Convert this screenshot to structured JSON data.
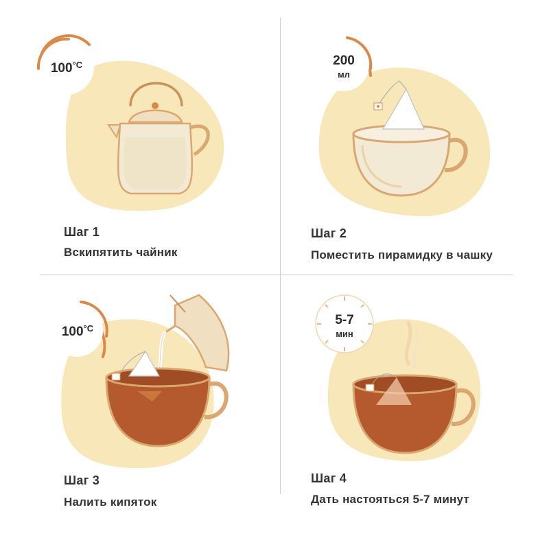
{
  "colors": {
    "blob": "#f7e7b9",
    "accent": "#d98a4a",
    "tea": "#b45a2e",
    "tea_dark": "#8e3f1d",
    "glass": "#f5efe0",
    "outline": "#d9a76f",
    "text": "#333333"
  },
  "steps": [
    {
      "title": "Шаг 1",
      "desc": "Вскипятить чайник",
      "badge_value": "100",
      "badge_unit": "°C",
      "icon": "kettle-icon"
    },
    {
      "title": "Шаг 2",
      "desc": "Поместить пирамидку в чашку",
      "badge_value": "200",
      "badge_unit": "мл",
      "icon": "cup-with-tea-pyramid-icon"
    },
    {
      "title": "Шаг 3",
      "desc": "Налить кипяток",
      "badge_value": "100",
      "badge_unit": "°C",
      "icon": "pouring-kettle-icon"
    },
    {
      "title": "Шаг 4",
      "desc": "Дать настояться 5-7 минут",
      "badge_value": "5-7",
      "badge_unit": "мин",
      "icon": "steaming-tea-cup-icon"
    }
  ]
}
